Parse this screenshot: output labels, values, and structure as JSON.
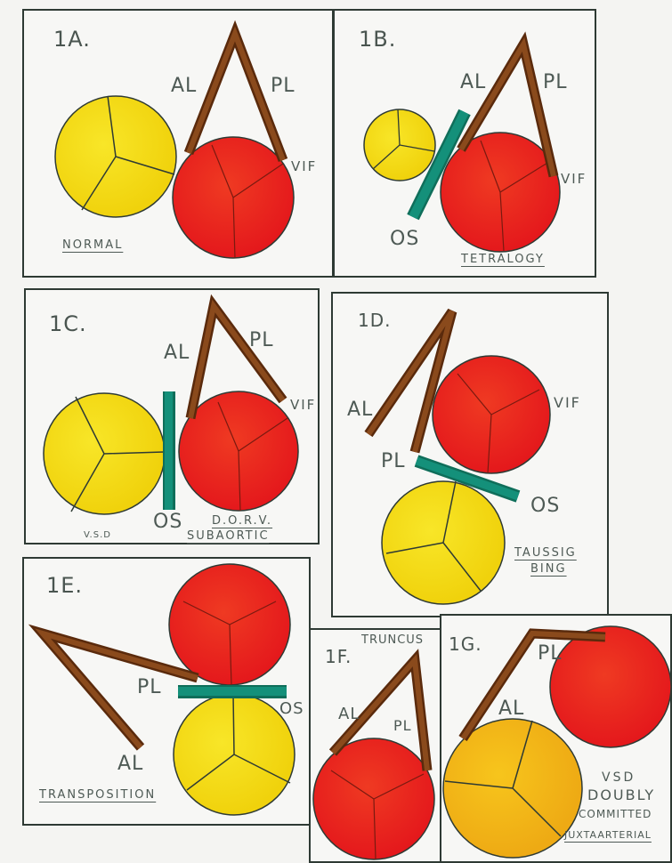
{
  "colors": {
    "aorta": "#e8231e",
    "pulmonary": "#f5dc10",
    "pulmonary_dark": "#f0b818",
    "septum": "#138a70",
    "leaflet": "#7a3b15",
    "ink": "#2e3a34"
  },
  "panels": {
    "p1a": {
      "id": "1A.",
      "labels": {
        "al": "AL",
        "pl": "PL",
        "vif": "VIF"
      },
      "caption": "NORMAL"
    },
    "p1b": {
      "id": "1B.",
      "labels": {
        "al": "AL",
        "pl": "PL",
        "vif": "VIF",
        "os": "OS"
      },
      "caption": "TETRALOGY"
    },
    "p1c": {
      "id": "1C.",
      "labels": {
        "al": "AL",
        "pl": "PL",
        "vif": "VIF",
        "os": "OS"
      },
      "caption_small": "V.S.D",
      "caption_top": "D.O.R.V.",
      "caption_bottom": "SUBAORTIC"
    },
    "p1d": {
      "id": "1D.",
      "labels": {
        "al": "AL",
        "pl": "PL",
        "vif": "VIF",
        "os": "OS"
      },
      "caption_line1": "TAUSSIG",
      "caption_line2": "BING"
    },
    "p1e": {
      "id": "1E.",
      "labels": {
        "al": "AL",
        "pl": "PL",
        "os": "OS"
      },
      "caption": "TRANSPOSITION"
    },
    "p1f": {
      "id": "1F.",
      "labels": {
        "al": "AL",
        "pl": "PL"
      },
      "caption": "TRUNCUS"
    },
    "p1g": {
      "id": "1G.",
      "labels": {
        "al": "AL",
        "pl": "PL"
      },
      "caption_lines": [
        "VSD",
        "DOUBLY",
        "COMMITTED",
        "JUXTAARTERIAL"
      ]
    }
  }
}
